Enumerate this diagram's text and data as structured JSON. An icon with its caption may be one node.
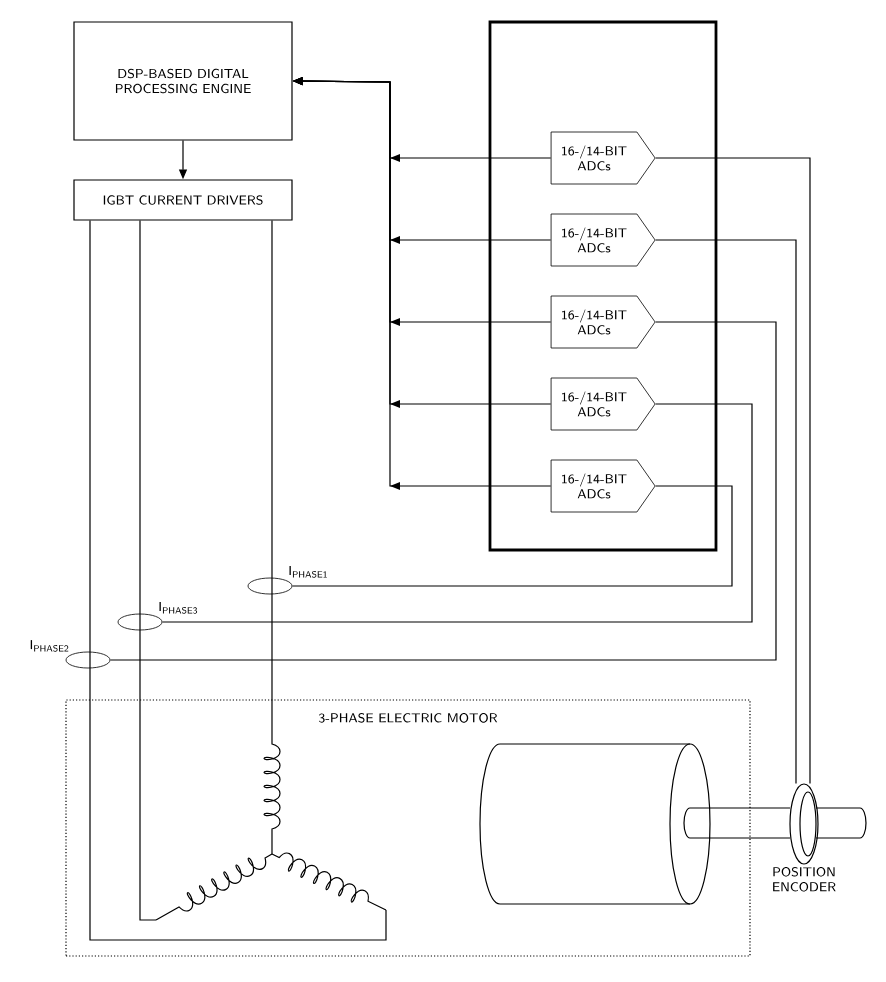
{
  "diagram": {
    "nodes": [
      {
        "text": [
          "DSP-BASED DIGITAL PROCESSING ENGINE"
        ]
      },
      {
        "text": [
          "IGBT CURRENT DRIVERS"
        ]
      },
      {
        "text": [],
        "shape": "box"
      },
      {
        "text": [
          "16-/14-BIT ADCs"
        ],
        "in": 2
      },
      {
        "text": [
          "16-/14-BIT ADCs"
        ],
        "in": 2
      },
      {
        "text": [
          "16-/14-BIT ADCs"
        ],
        "in": 2
      },
      {
        "text": [
          "16-/14-BIT ADCs"
        ],
        "in": 2
      },
      {
        "text": [
          "16-/14-BIT ADCs"
        ],
        "in": 2
      },
      {
        "text": [
          "I$_{PHASE1}$"
        ]
      },
      {
        "text": [
          "I$_{PHASE3}$"
        ]
      },
      {
        "text": [
          "I$_{PHASE2}$"
        ]
      },
      {
        "text": [
          "3-PHASE ELECTRIC MOTOR"
        ]
      },
      {
        "text": [],
        "shape": "coil",
        "in": 11
      },
      {
        "text": [
          "POSITION ENCODER"
        ]
      }
    ],
    "edges": [
      {
        "from": 0,
        "to": 1,
        "arrow": "to"
      },
      {
        "from": 3,
        "to": 0,
        "arrow": "to"
      },
      {
        "from": 4,
        "to": 0,
        "arrow": "to"
      },
      {
        "from": 5,
        "to": 0,
        "arrow": "to"
      },
      {
        "from": 6,
        "to": 0,
        "arrow": "to"
      },
      {
        "from": 7,
        "to": 0,
        "arrow": "to"
      },
      {
        "from": 1,
        "to": 12,
        "arrow": "none"
      },
      {
        "from": 1,
        "to": 12,
        "arrow": "none"
      },
      {
        "from": 1,
        "to": 12,
        "arrow": "none"
      },
      {
        "from": 8,
        "to": 7,
        "arrow": "none"
      },
      {
        "from": 9,
        "to": 6,
        "arrow": "none"
      },
      {
        "from": 10,
        "to": 5,
        "arrow": "none"
      },
      {
        "from": 13,
        "to": 4,
        "arrow": "none"
      },
      {
        "from": 13,
        "to": 3,
        "arrow": "none"
      }
    ]
  }
}
